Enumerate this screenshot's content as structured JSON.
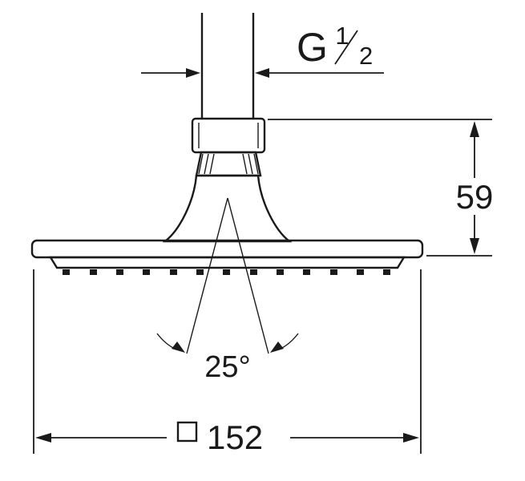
{
  "drawing": {
    "labels": {
      "thread": {
        "display": "G 1/2",
        "prefix": "G",
        "numerator": "1",
        "slash": "/",
        "denominator": "2"
      },
      "height": "59",
      "spray_angle": "25°",
      "width": {
        "symbol": "□",
        "value": "152"
      }
    }
  }
}
